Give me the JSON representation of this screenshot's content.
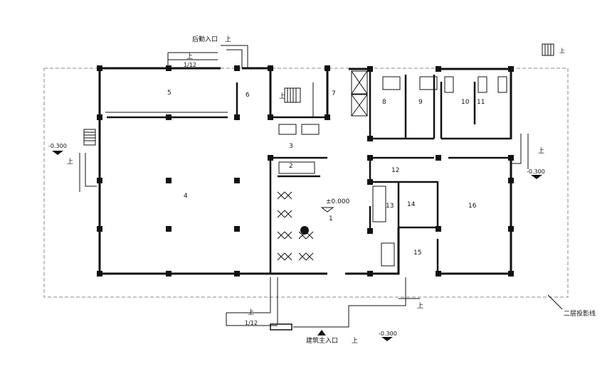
{
  "colors": {
    "line": "#111111",
    "dash": "#888888",
    "bg": "#ffffff"
  },
  "labels": {
    "rear_entrance": "后勤入口",
    "main_entrance": "建筑主入口",
    "second_floor_projection": "二层投影线",
    "up": "上",
    "slope": "1/12",
    "level_zero": "±0.000",
    "level_minus": "-0.300"
  },
  "rooms": [
    "1",
    "2",
    "3",
    "4",
    "5",
    "6",
    "7",
    "8",
    "9",
    "10",
    "11",
    "12",
    "13",
    "14",
    "15",
    "16"
  ]
}
